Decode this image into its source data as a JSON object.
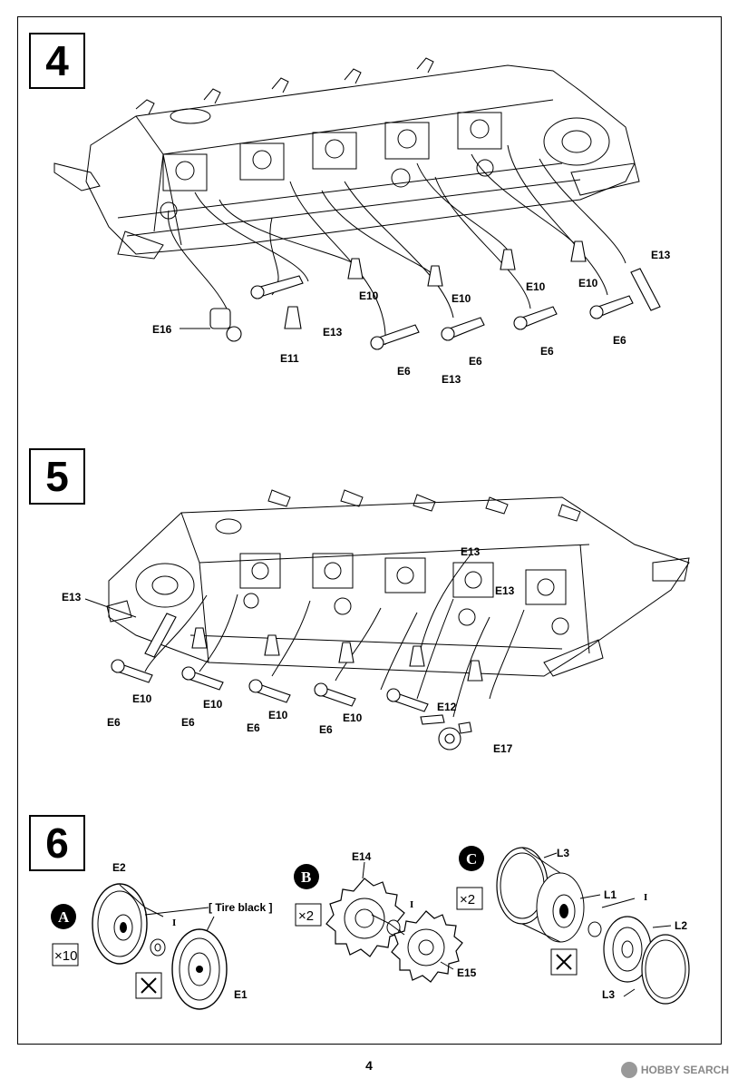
{
  "page": {
    "number": "4"
  },
  "watermark": {
    "text": "HOBBY SEARCH"
  },
  "steps": [
    {
      "number": "4",
      "labels": [
        "E13",
        "E10",
        "E10",
        "E10",
        "E10",
        "E16",
        "E13",
        "E11",
        "E6",
        "E13",
        "E6",
        "E6",
        "E6"
      ]
    },
    {
      "number": "5",
      "labels": [
        "E13",
        "E13",
        "E13",
        "E6",
        "E10",
        "E6",
        "E10",
        "E6",
        "E10",
        "E6",
        "E10",
        "E12",
        "E17"
      ]
    },
    {
      "number": "6",
      "sub_a": {
        "letter": "A",
        "multiplier": "×10",
        "labels": [
          "E2",
          "I",
          "E1"
        ],
        "note": "[ Tire black ]"
      },
      "sub_b": {
        "letter": "B",
        "multiplier": "×2",
        "labels": [
          "E14",
          "I",
          "E15"
        ]
      },
      "sub_c": {
        "letter": "C",
        "multiplier": "×2",
        "labels": [
          "L3",
          "L1",
          "I",
          "L2",
          "L3"
        ]
      }
    }
  ]
}
